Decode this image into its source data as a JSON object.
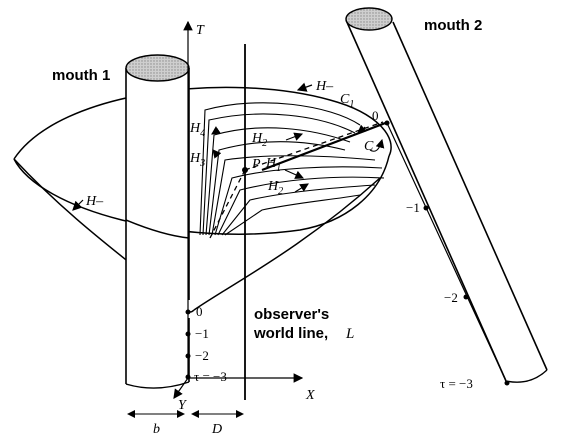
{
  "labels": {
    "mouth1": "mouth 1",
    "mouth2": "mouth 2",
    "axis_t": "T",
    "axis_x": "X",
    "axis_y": "Y",
    "observer_line1": "observer's",
    "observer_line2": "world line,",
    "observer_L": "L",
    "h_minus_top": "H–",
    "h_minus_left": "H–",
    "h1": "H",
    "h1_sub": "1",
    "h2a": "H",
    "h2a_sub": "2",
    "h2b": "H",
    "h2b_sub": "2",
    "h3": "H",
    "h3_sub": "3",
    "h4": "H",
    "h4_sub": "4",
    "p": "P",
    "c1": "C",
    "c1_sub": "1",
    "c": "C",
    "b": "b",
    "d": "D"
  },
  "ticks_mouth1": [
    "0",
    "−1",
    "−2",
    "τ = −3"
  ],
  "ticks_mouth2": [
    "0",
    "−1",
    "−2",
    "τ = −3"
  ]
}
